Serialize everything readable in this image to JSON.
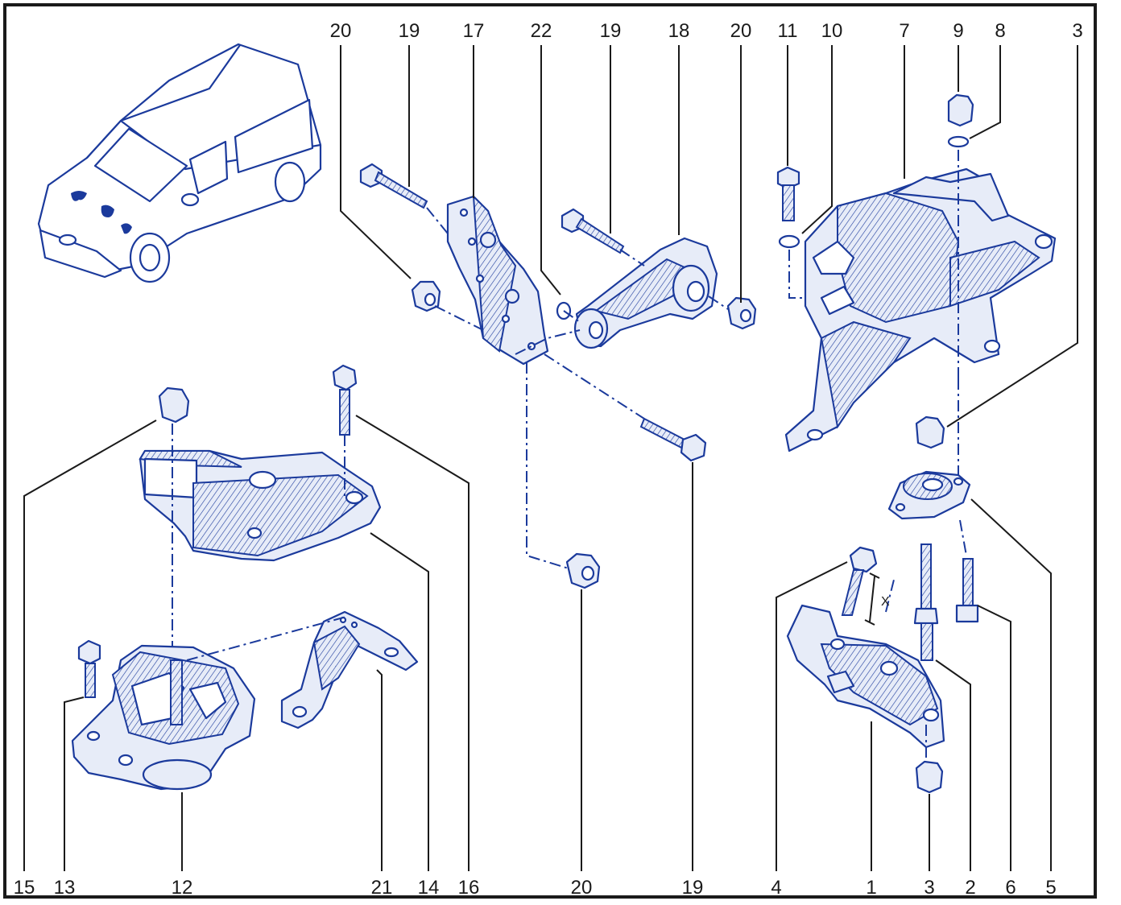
{
  "labels": {
    "top": [
      "20",
      "19",
      "17",
      "22",
      "19",
      "18",
      "20",
      "11",
      "10",
      "7",
      "9",
      "8",
      "3"
    ],
    "bottom": [
      "15",
      "13",
      "12",
      "21",
      "14",
      "16",
      "20",
      "19",
      "4",
      "1",
      "3",
      "2",
      "6",
      "5"
    ],
    "x_dim": "X"
  },
  "colors": {
    "line_art": "#1b3a9c",
    "labels": "#1a1a1a",
    "border": "#1a1a1a"
  }
}
